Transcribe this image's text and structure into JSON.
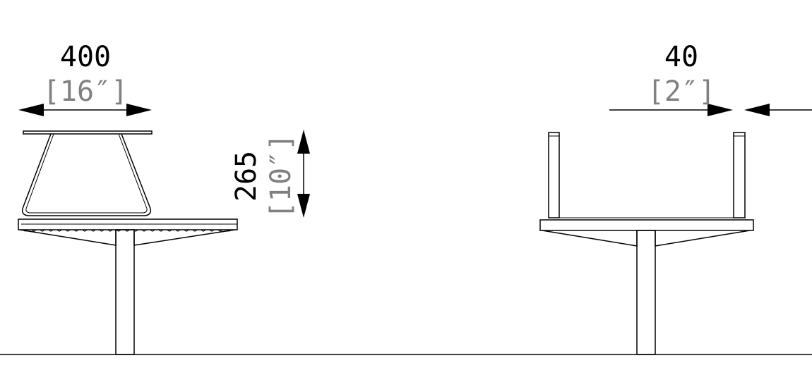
{
  "dimensions": {
    "width": {
      "value": "400",
      "imperial": "[16″]"
    },
    "height": {
      "value": "265",
      "imperial": "[10″]"
    },
    "gap": {
      "value": "40",
      "imperial": "[2″]"
    }
  },
  "colors": {
    "primary_text": "#000000",
    "secondary_text": "#808080",
    "line": "#000000"
  }
}
